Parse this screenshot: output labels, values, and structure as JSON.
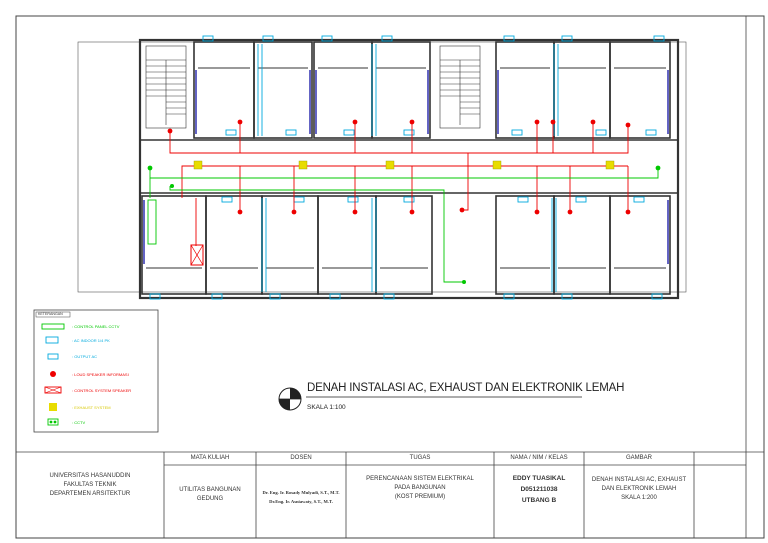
{
  "drawing": {
    "title": "DENAH INSTALASI AC, EXHAUST DAN ELEKTRONIK LEMAH",
    "scale": "SKALA 1:100"
  },
  "legend": {
    "heading": "KETERANGAN",
    "items": [
      {
        "label": ": CONTROL PANEL CCTV",
        "color": "#00c800",
        "icon": "control-panel-cctv-icon"
      },
      {
        "label": ": AC INDOOR 1/4 PK",
        "color": "#00aadd",
        "icon": "ac-indoor-icon"
      },
      {
        "label": ": OUTPUT AC",
        "color": "#00aadd",
        "icon": "output-ac-icon"
      },
      {
        "label": ": LOUD SPEAKER INFORMASI",
        "color": "#ee0000",
        "icon": "loud-speaker-icon"
      },
      {
        "label": ": CONTROL SYSTEM SPEAKER",
        "color": "#ee0000",
        "icon": "speaker-control-icon"
      },
      {
        "label": ": EXHAUST SYSTEM",
        "color": "#e0d000",
        "icon": "exhaust-icon"
      },
      {
        "label": ": CCTV",
        "color": "#00c800",
        "icon": "cctv-icon"
      }
    ]
  },
  "title_block": {
    "institution": [
      "UNIVERSITAS HASANUDDIN",
      "FAKULTAS TEKNIK",
      "DEPARTEMEN ARSITEKTUR"
    ],
    "headers": [
      "MATA KULIAH",
      "DOSEN",
      "TUGAS",
      "NAMA / NIM / KELAS",
      "GAMBAR"
    ],
    "course": [
      "UTILITAS BANGUNAN",
      "GEDUNG"
    ],
    "lecturers": [
      "Dr. Eng. Ir. Rosady Mulyadi, S.T., M.T.",
      "Dr.Eng. Ir. Asniawaty, S.T., M.T."
    ],
    "task": [
      "PERENCANAAN SISTEM ELEKTRIKAL",
      "PADA BANGUNAN",
      "(KOST PREMIUM)"
    ],
    "student": [
      "EDDY TUASIKAL",
      "D051211038",
      "UTBANG B"
    ],
    "drawing_name": [
      "DENAH INSTALASI AC, EXHAUST",
      "DAN ELEKTRONIK LEMAH",
      "SKALA 1:200"
    ]
  },
  "colors": {
    "wall": "#333333",
    "ac": "#00aadd",
    "speaker": "#ee0000",
    "cctv": "#00c800",
    "exhaust": "#e0d000",
    "window": "#2222aa"
  }
}
